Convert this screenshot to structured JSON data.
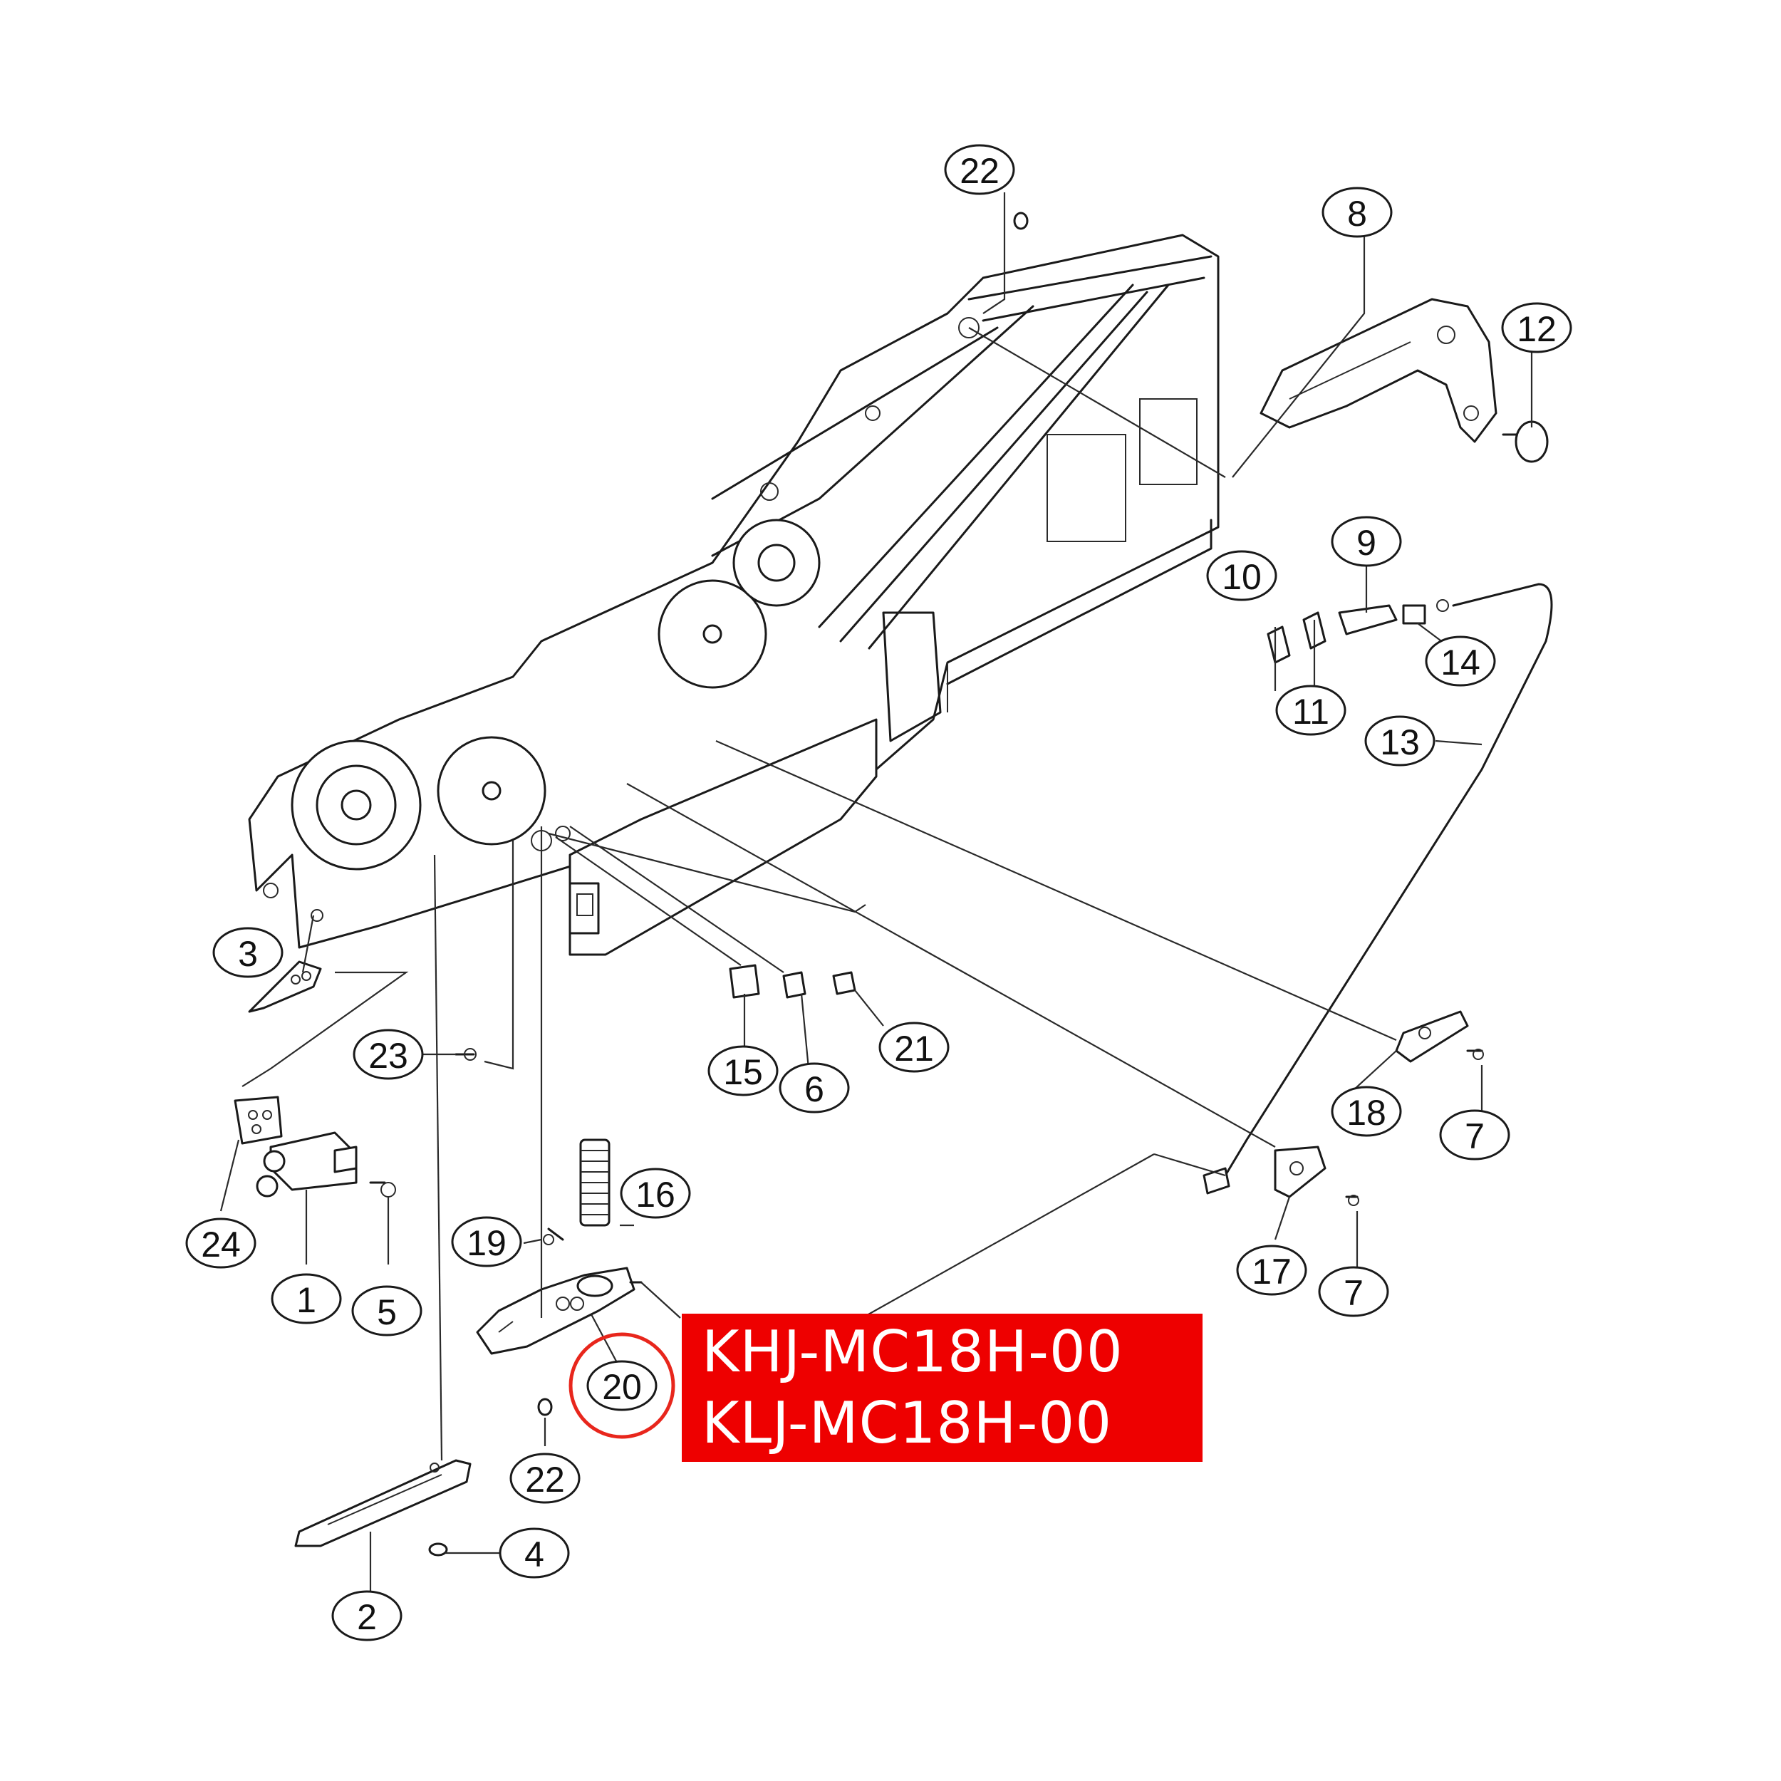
{
  "diagram": {
    "callouts": [
      {
        "id": "c22a",
        "label": "22"
      },
      {
        "id": "c8",
        "label": "8"
      },
      {
        "id": "c12",
        "label": "12"
      },
      {
        "id": "c9",
        "label": "9"
      },
      {
        "id": "c10",
        "label": "10"
      },
      {
        "id": "c14",
        "label": "14"
      },
      {
        "id": "c11",
        "label": "11"
      },
      {
        "id": "c13",
        "label": "13"
      },
      {
        "id": "c3",
        "label": "3"
      },
      {
        "id": "c23",
        "label": "23"
      },
      {
        "id": "c15",
        "label": "15"
      },
      {
        "id": "c6",
        "label": "6"
      },
      {
        "id": "c21",
        "label": "21"
      },
      {
        "id": "c18",
        "label": "18"
      },
      {
        "id": "c7a",
        "label": "7"
      },
      {
        "id": "c16",
        "label": "16"
      },
      {
        "id": "c24",
        "label": "24"
      },
      {
        "id": "c19",
        "label": "19"
      },
      {
        "id": "c1",
        "label": "1"
      },
      {
        "id": "c5",
        "label": "5"
      },
      {
        "id": "c17",
        "label": "17"
      },
      {
        "id": "c7b",
        "label": "7"
      },
      {
        "id": "c20",
        "label": "20"
      },
      {
        "id": "c22b",
        "label": "22"
      },
      {
        "id": "c4",
        "label": "4"
      },
      {
        "id": "c2",
        "label": "2"
      }
    ],
    "highlight": {
      "callout": "20",
      "ring_color": "#e8261c",
      "box_color": "#ee0000",
      "codes": [
        "KHJ-MC18H-00",
        "KLJ-MC18H-00"
      ]
    }
  }
}
